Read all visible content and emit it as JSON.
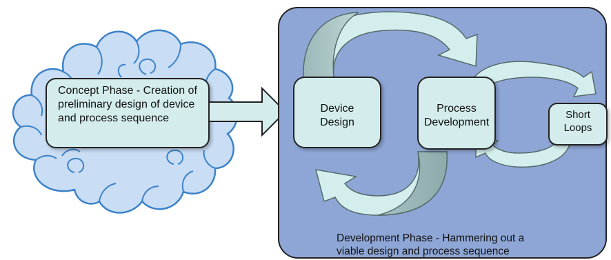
{
  "concept": {
    "text": "Concept Phase - Creation of preliminary design of device and process sequence"
  },
  "device_design": {
    "line1": "Device",
    "line2": "Design"
  },
  "process_development": {
    "line1": "Process",
    "line2": "Development"
  },
  "short_loops": {
    "line1": "Short",
    "line2": "Loops"
  },
  "development_phase": {
    "line1": "Development Phase - Hammering out a",
    "line2": "viable design and process sequence"
  },
  "colors": {
    "cloud_fill": "#c9ddf4",
    "cloud_stroke": "#3c82c9",
    "box_fill": "#d4ecec",
    "panel_fill": "#8ea6d6",
    "arrow_fill": "#d4eded",
    "arrow_shade": "#a9c3c3"
  }
}
